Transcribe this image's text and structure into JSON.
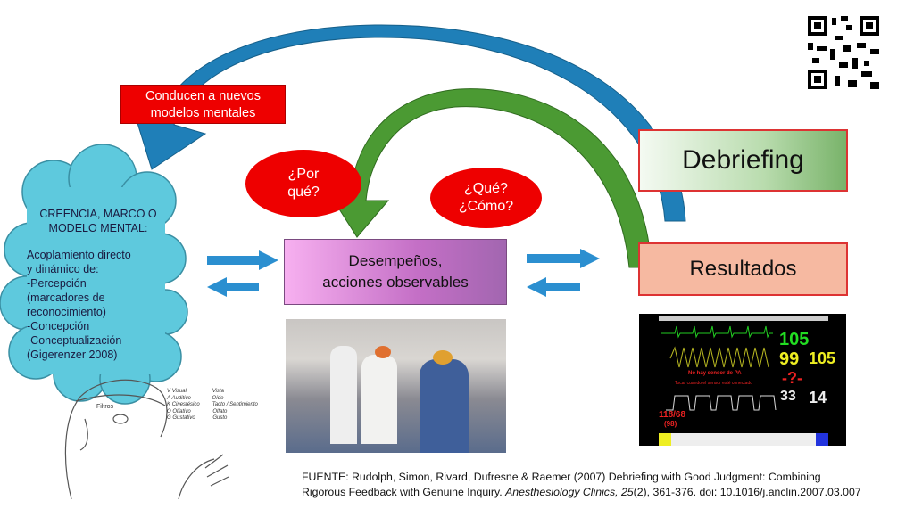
{
  "red_label": "Conducen a nuevos modelos mentales",
  "cloud": {
    "heading": "CREENCIA, MARCO O MODELO MENTAL:",
    "lines": [
      "Acoplamiento directo",
      "y dinámico de:",
      "-Percepción",
      "(marcadores de",
      "reconocimiento)",
      "-Concepción",
      "-Conceptualización",
      "(Gigerenzer 2008)"
    ]
  },
  "ovals": {
    "why": "¿Por qué?",
    "what_how": "¿Qué? ¿Cómo?"
  },
  "boxes": {
    "performance": "Desempeños, acciones observables",
    "debriefing": "Debriefing",
    "results": "Resultados"
  },
  "head_sketch": {
    "filter_label": "Filtros",
    "vak": [
      {
        "k": "V",
        "a": "Visual",
        "b": "Vista"
      },
      {
        "k": "A",
        "a": "Auditivo",
        "b": "Oído"
      },
      {
        "k": "K",
        "a": "Cinestésico",
        "b": "Tacto / Sentimiento"
      },
      {
        "k": "O",
        "a": "Olfativo",
        "b": "Olfato"
      },
      {
        "k": "G",
        "a": "Gustativo",
        "b": "Gusto"
      }
    ]
  },
  "monitor": {
    "hr": "105",
    "spo2": "99",
    "pulse": "105",
    "bp_missing": "-?-",
    "msg1": "No hay sensor de PA",
    "msg2": "Tocar cuando el sensor esté conectado",
    "etco2": "33",
    "rr": "14",
    "nibp": "118/68",
    "nibp_mean": "(98)"
  },
  "source": {
    "line1": "FUENTE: Rudolph, Simon, Rivard, Dufresne & Raemer (2007) Debriefing with Good Judgment: Combining",
    "line2_pre": "Rigorous Feedback with Genuine Inquiry. ",
    "journal": "Anesthesiology Clinics, 25",
    "line2_post": "(2), 361-376. doi: 10.1016/j.anclin.2007.03.007"
  },
  "colors": {
    "blue_arrow": "#1f7fb8",
    "green_arrow": "#3f8a2a",
    "red": "#ee0000",
    "cloud": "#5ec9dd"
  }
}
